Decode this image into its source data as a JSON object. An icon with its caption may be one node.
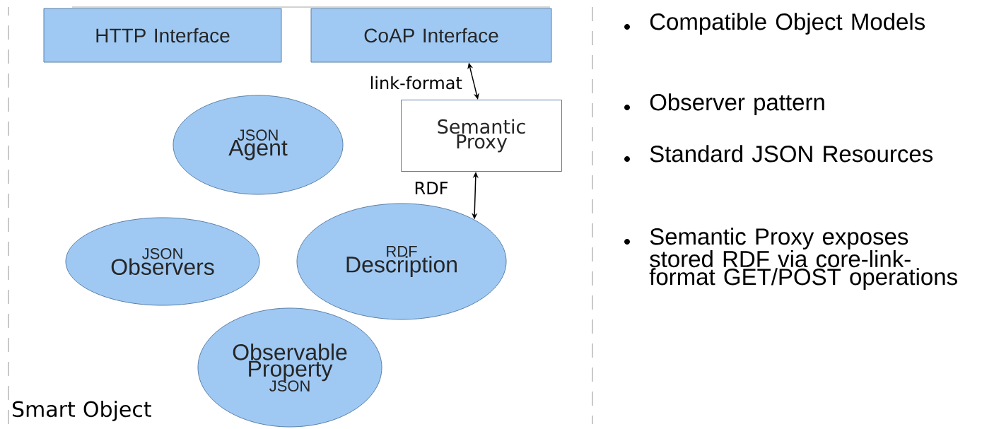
{
  "diagram": {
    "nodes": [
      {
        "text": [
          "Smart Object"
        ]
      },
      {
        "text": [
          "HTTP Interface"
        ],
        "in": 0
      },
      {
        "text": [
          "CoAP Interface"
        ],
        "in": 0
      },
      {
        "text": [
          "JSON",
          "Agent"
        ],
        "in": 0
      },
      {
        "text": [
          "Semantic Proxy"
        ],
        "in": 0
      },
      {
        "text": [
          "JSON",
          "Observers"
        ],
        "in": 0
      },
      {
        "text": [
          "RDF",
          "Description"
        ],
        "in": 0
      },
      {
        "text": [
          "Observable Property",
          "JSON"
        ],
        "in": 0
      }
    ],
    "edges": [
      {
        "from": 2,
        "to": 4,
        "arrow": "both",
        "label": "link-format"
      },
      {
        "from": 4,
        "to": 6,
        "arrow": "both",
        "label": "RDF"
      }
    ],
    "labels": [
      "Compatible Object Models",
      "Observer pattern",
      "Standard JSON Resources",
      "Semantic Proxy exposes stored RDF via core-link-format GET/POST operations"
    ]
  }
}
